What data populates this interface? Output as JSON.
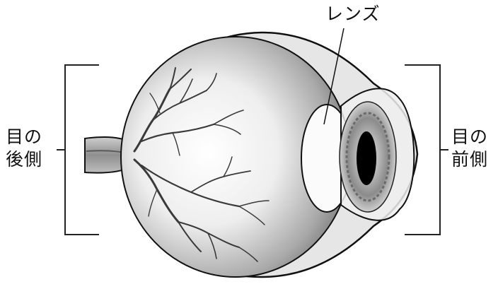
{
  "labels": {
    "lens": "レンズ",
    "back_line1": "目の",
    "back_line2": "後側",
    "front_line1": "目の",
    "front_line2": "前側"
  },
  "colors": {
    "outline": "#111111",
    "sclera_band": "#e6e6e6",
    "pupil": "#000000",
    "iris": "#8c8c8c",
    "background": "#ffffff"
  }
}
